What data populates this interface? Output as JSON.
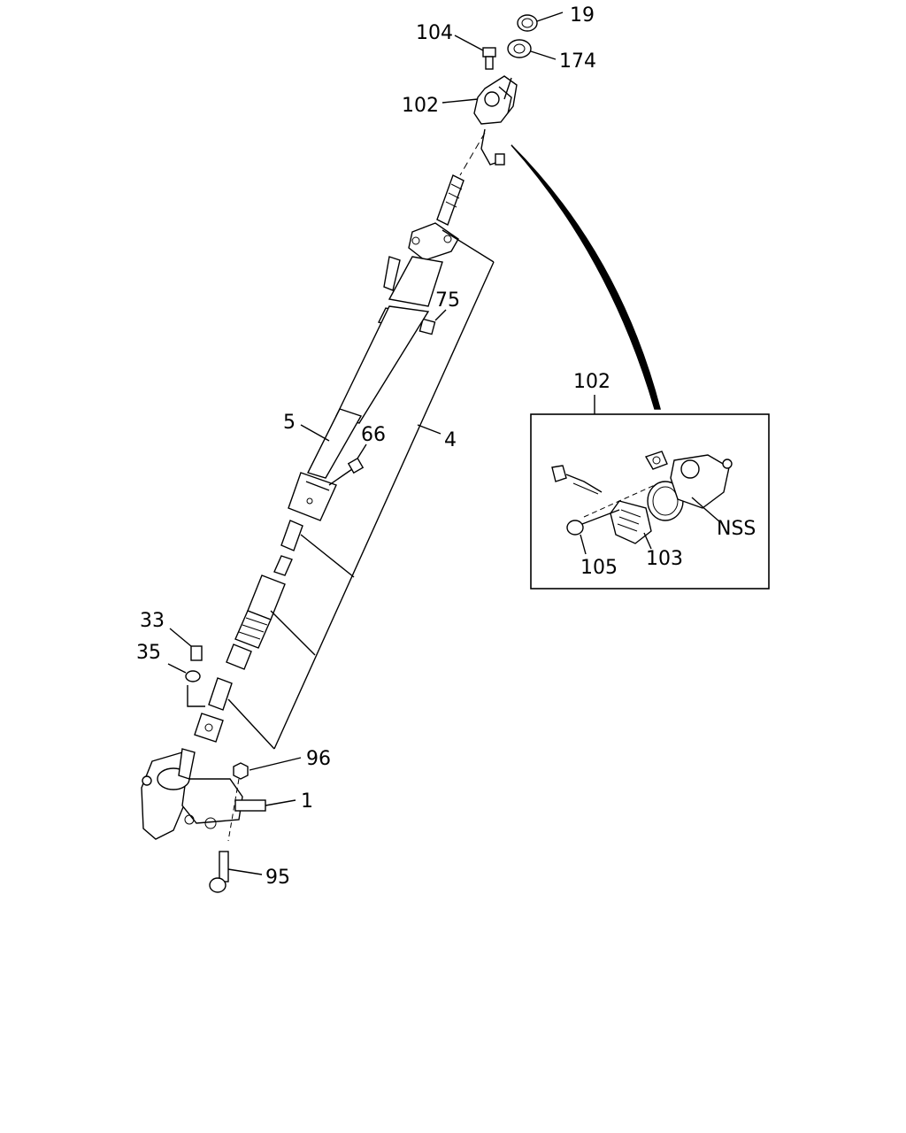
{
  "callouts": {
    "c19": "19",
    "c104": "104",
    "c174": "174",
    "c102": "102",
    "c75": "75",
    "c5": "5",
    "c66": "66",
    "c4": "4",
    "c33": "33",
    "c35": "35",
    "c96": "96",
    "c1": "1",
    "c95": "95"
  },
  "detail": {
    "title": "102",
    "c105": "105",
    "c103": "103",
    "cNSS": "NSS"
  }
}
